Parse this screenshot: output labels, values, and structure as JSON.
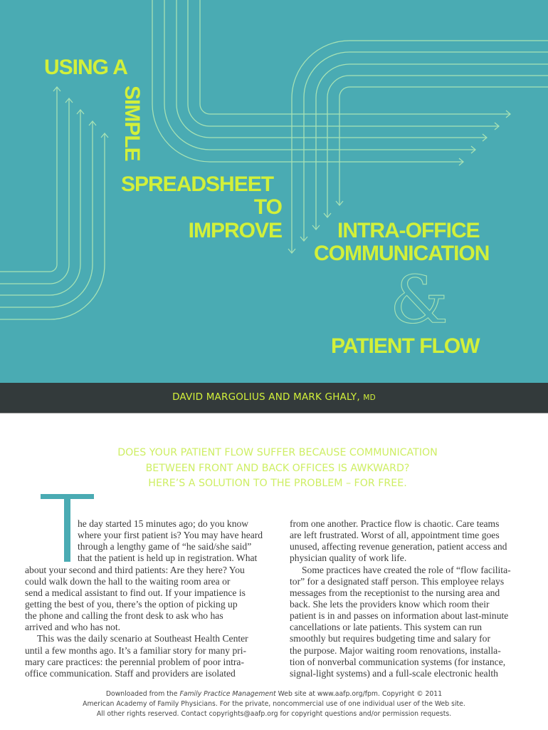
{
  "colors": {
    "teal": "#4aabb3",
    "lime": "#d2f03a",
    "lines": "#a6e2b4",
    "band": "#333a3b"
  },
  "title": {
    "line1": "USING A",
    "line2": "SIMPLE",
    "line3": "SPREADSHEET",
    "line4": "TO",
    "line5": "IMPROVE",
    "line6": "INTRA-OFFICE",
    "line7": "COMMUNICATION",
    "ampersand": "&",
    "line8": "PATIENT FLOW"
  },
  "byline": {
    "authors": "DAVID MARGOLIUS AND MARK GHALY,",
    "suffix": "MD"
  },
  "deck": [
    "DOES YOUR PATIENT FLOW SUFFER BECAUSE COMMUNICATION",
    "BETWEEN FRONT AND BACK OFFICES IS AWKWARD?",
    "HERE’S A SOLUTION TO THE PROBLEM – FOR FREE."
  ],
  "body": {
    "drop_cap": "T",
    "left_indented": [
      "he day started 15 minutes ago; do you know",
      "where your first patient is? You may have heard",
      "through a lengthy game of “he said/she said”",
      "that the patient is held up in registration. What"
    ],
    "left": [
      "about your second and third patients: Are they here? You",
      "could walk down the hall to the waiting room area or",
      "send a medical assistant to find out. If your impatience is",
      "getting the best of you, there’s the option of picking up",
      "the phone and calling the front desk to ask who has",
      "arrived and who has not.",
      "This was the daily scenario at Southeast Health Center",
      "until a few months ago. It’s a familiar story for many pri-",
      "mary care practices: the perennial problem of poor intra-",
      "office communication. Staff and providers are isolated"
    ],
    "right": [
      "from one another. Practice flow is chaotic. Care teams",
      "are left frustrated. Worst of all, appointment time goes",
      "unused, affecting revenue generation, patient access and",
      "physician quality of work life.",
      "Some practices have created the role of “flow facilita-",
      "tor” for a designated staff person. This employee relays",
      "messages from the receptionist to the nursing area and",
      "back. She lets the providers know which room their",
      "patient is in and passes on information about last-minute",
      "cancellations or late patients. This system can run",
      "smoothly but requires budgeting time and salary for",
      "the purpose. Major waiting room renovations, installa-",
      "tion of nonverbal communication systems (for instance,",
      "signal-light systems) and a full-scale electronic health"
    ]
  },
  "footer": {
    "l1a": "Downloaded from the ",
    "l1b": "Family Practice Management",
    "l1c": " Web site at www.aafp.org/fpm. Copyright © 2011",
    "l2": "American Academy of Family Physicians. For the private, noncommercial use of one individual user of the Web site.",
    "l3": "All other rights reserved. Contact copyrights@aafp.org for copyright questions and/or permission requests."
  }
}
